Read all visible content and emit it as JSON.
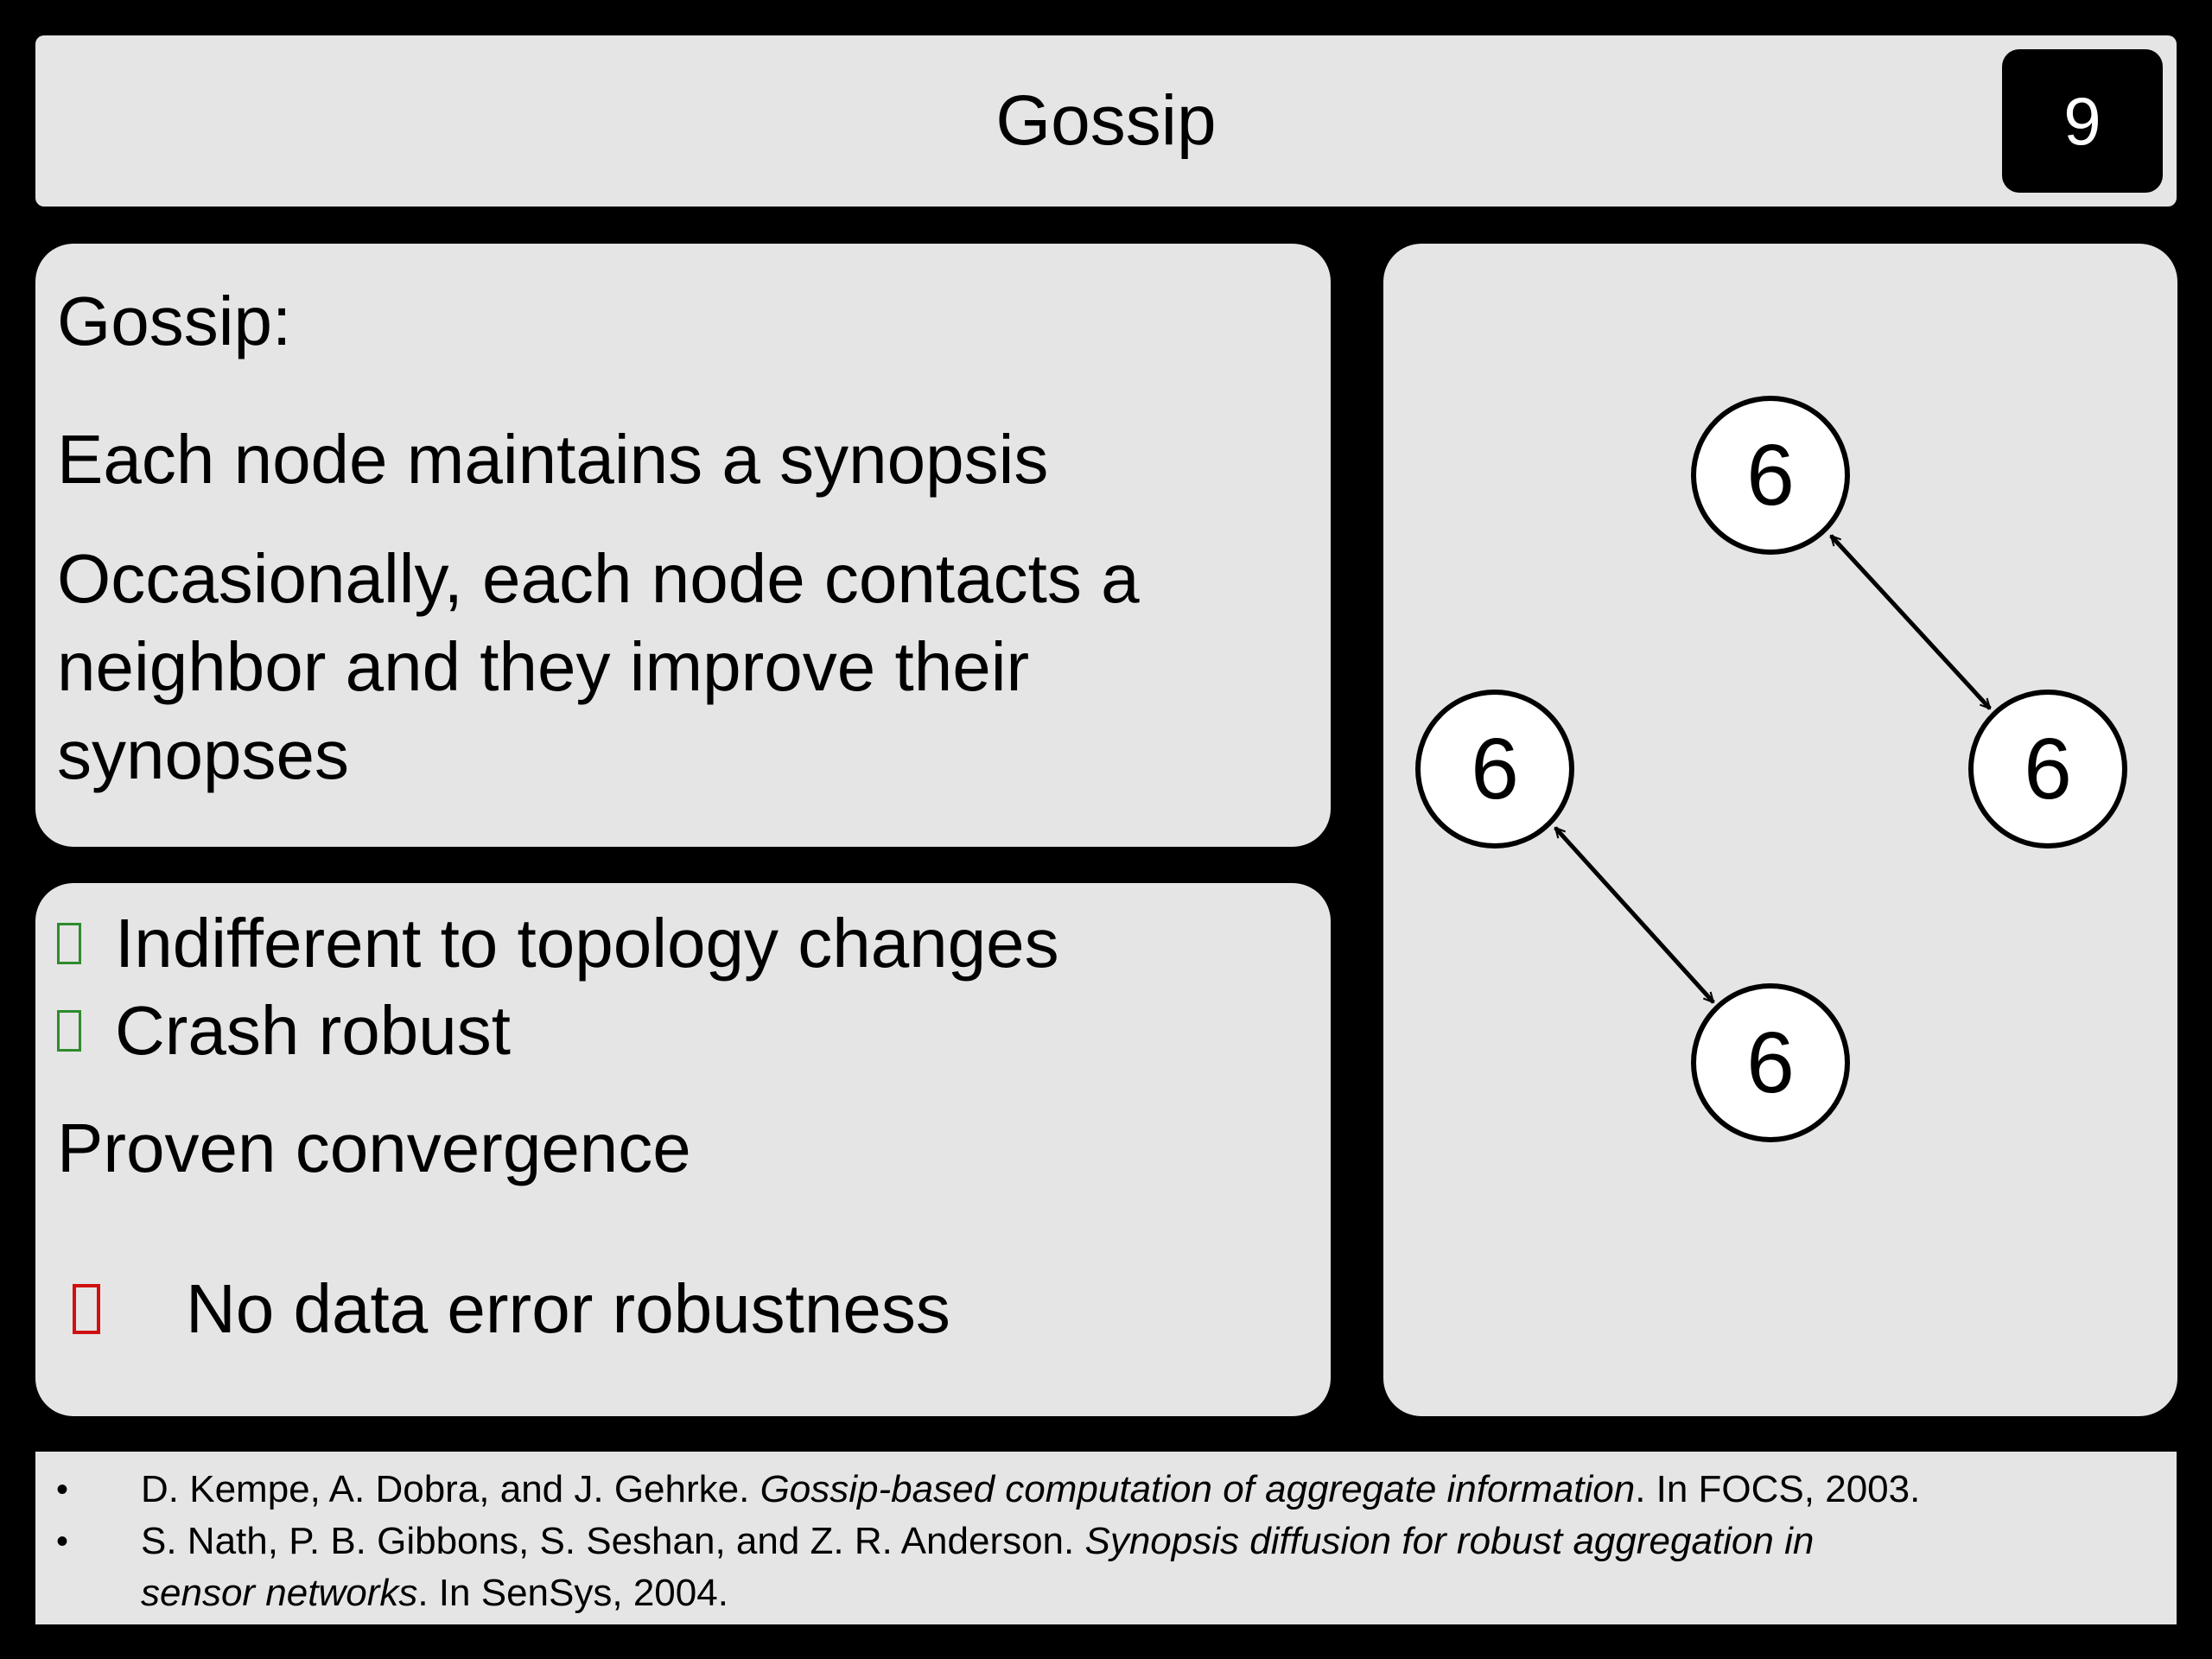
{
  "slide": {
    "title": "Gossip",
    "number": "9"
  },
  "description": {
    "heading": "Gossip:",
    "line1": "Each node maintains a synopsis",
    "line2a": "Occasionally, each node contacts a",
    "line2b": "neighbor and they improve their",
    "line2c": "synopses"
  },
  "properties": {
    "pro1": "Indifferent to topology changes",
    "pro2": "Crash robust",
    "convergence": "Proven convergence",
    "con1": "No data error robustness"
  },
  "diagram": {
    "nodes": [
      {
        "label": "6"
      },
      {
        "label": "6"
      },
      {
        "label": "6"
      },
      {
        "label": "6"
      }
    ]
  },
  "references": [
    {
      "bullet": "•",
      "authors": "D. Kempe, A. Dobra, and J. Gehrke. ",
      "title": "Gossip-based computation of aggregate information",
      "venue": ". In FOCS, 2003."
    },
    {
      "bullet": "•",
      "authors": "S. Nath, P. B. Gibbons, S. Seshan, and Z. R. Anderson. ",
      "title_line1": "Synopsis diffusion for robust aggregation in",
      "title_line2": "sensor networks",
      "venue": ". In SenSys, 2004."
    }
  ],
  "colors": {
    "background": "#000000",
    "panel": "#e5e5e5",
    "pro_icon": "#2e8b2e",
    "con_icon": "#d01010"
  }
}
